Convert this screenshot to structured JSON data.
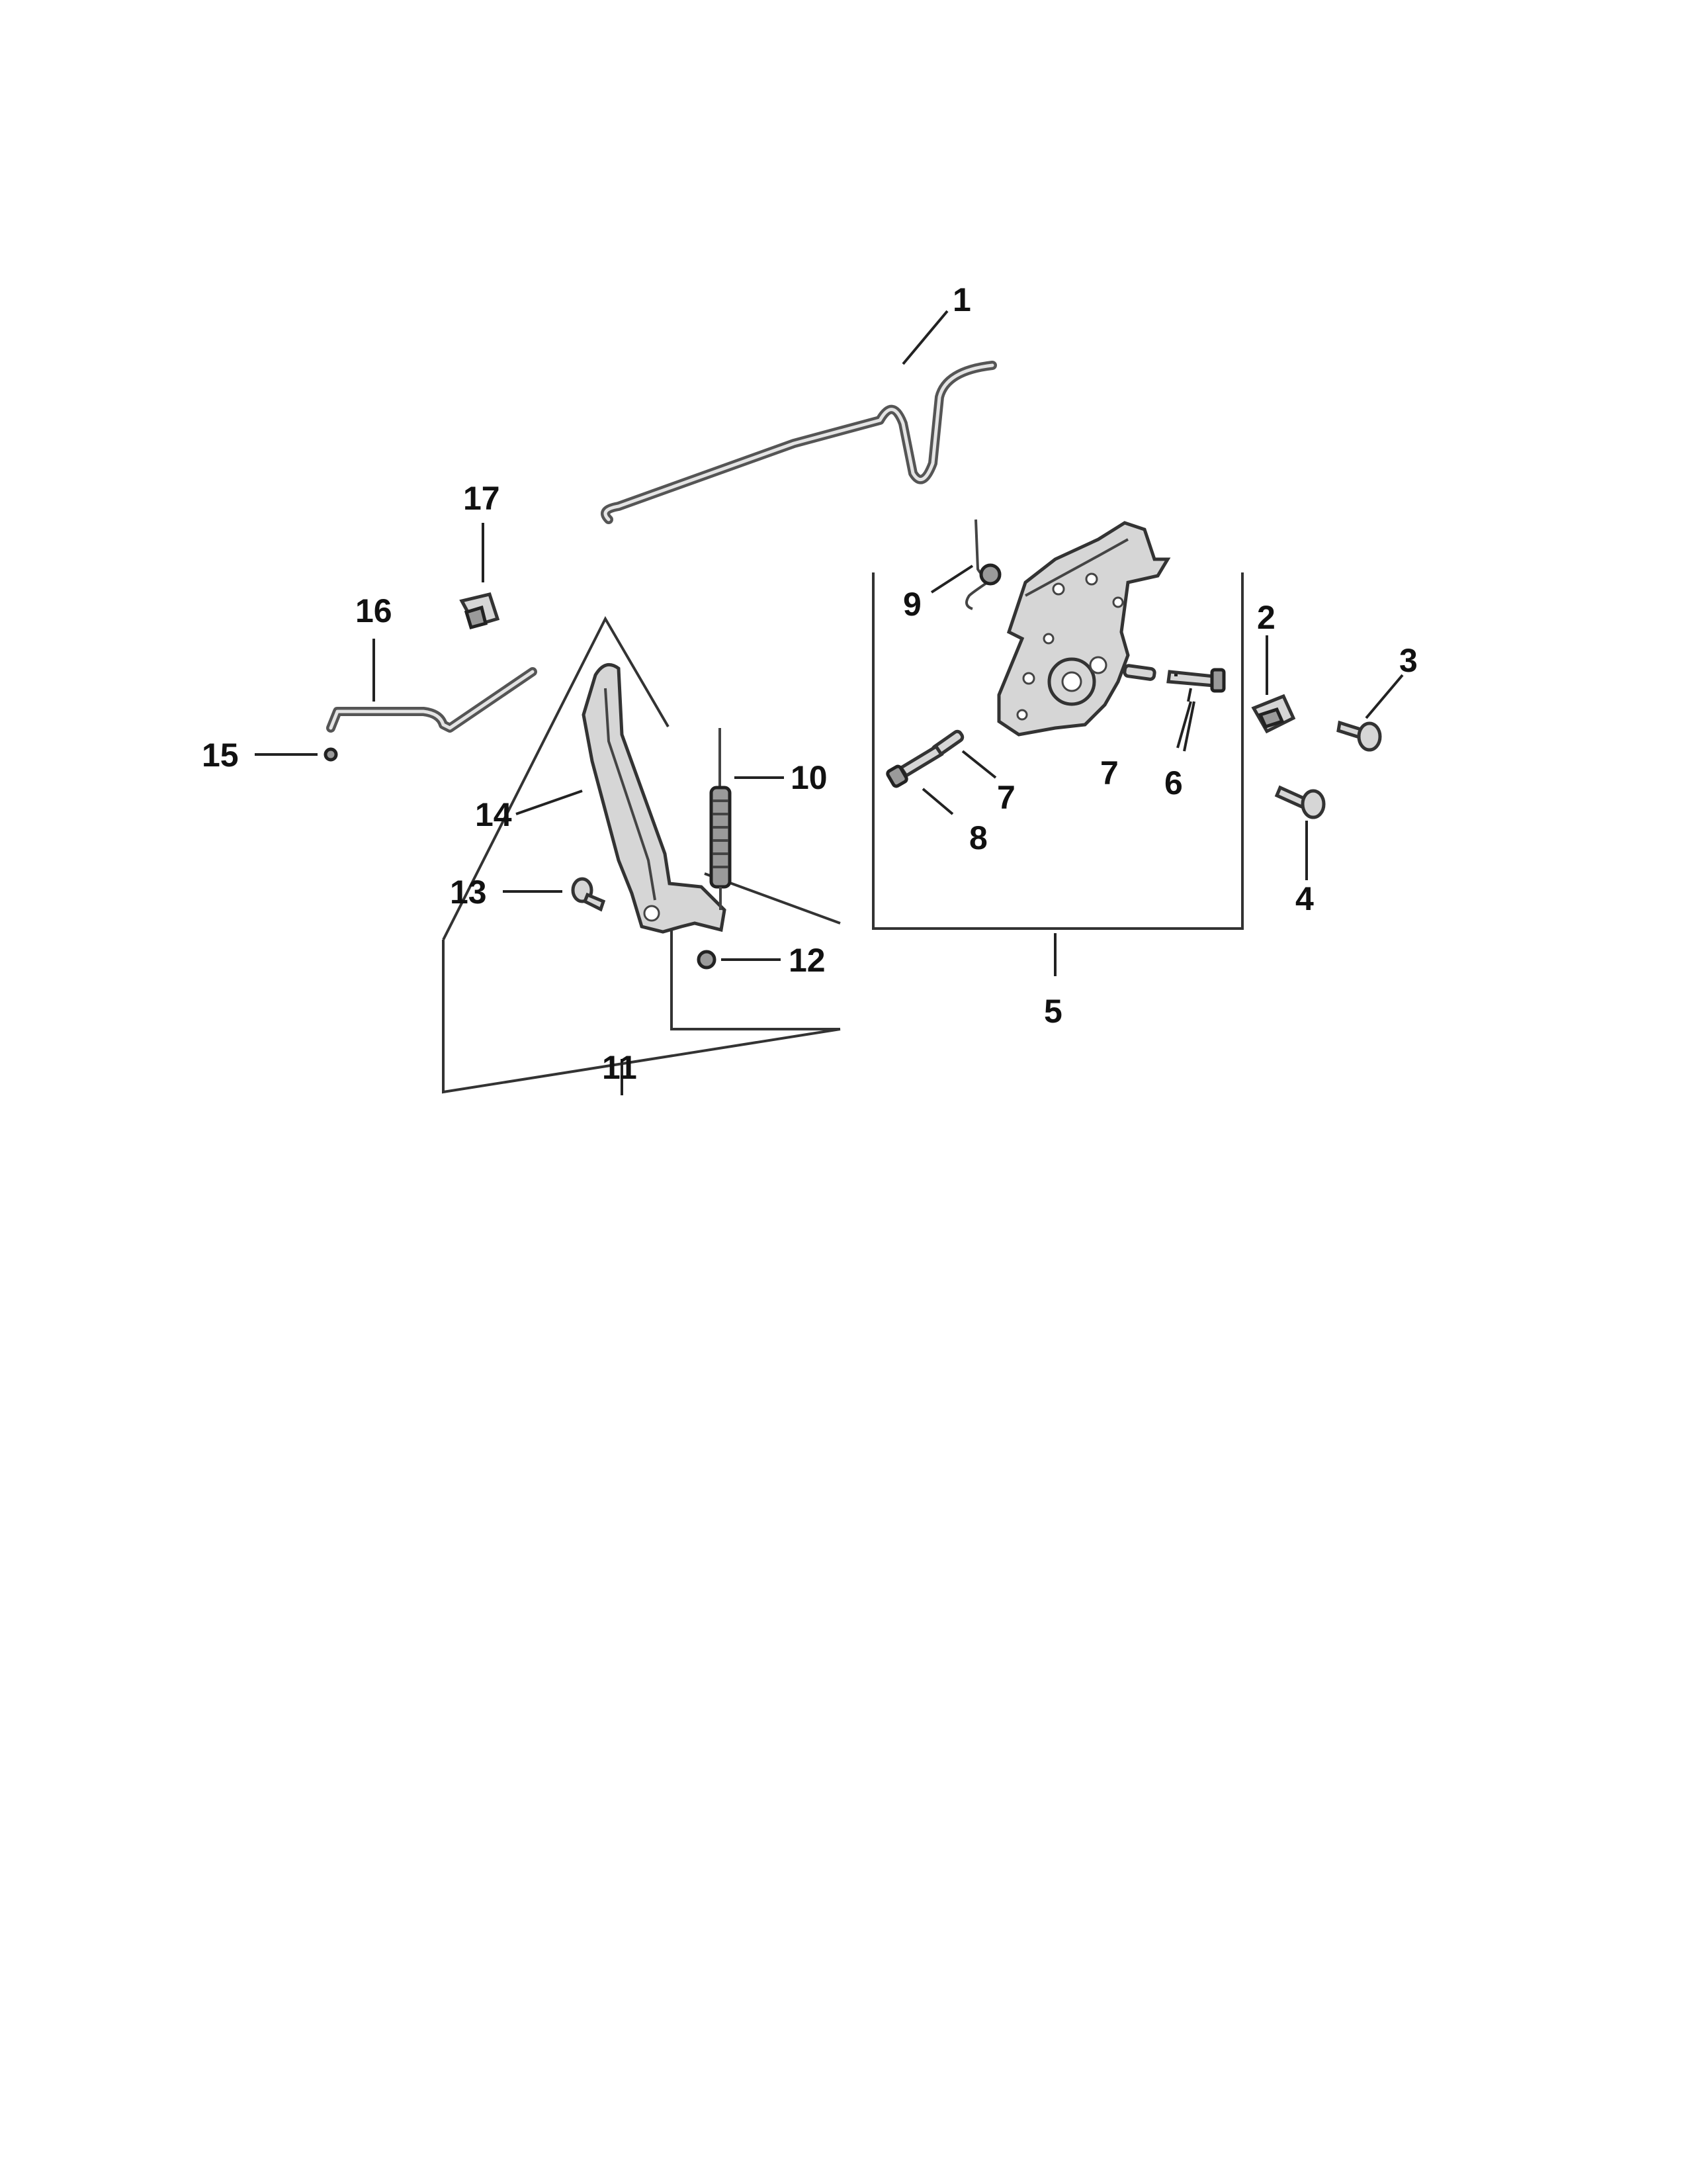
{
  "diagram": {
    "callouts": {
      "c1": "1",
      "c2": "2",
      "c3": "3",
      "c4": "4",
      "c5": "5",
      "c6": "6",
      "c7a": "7",
      "c7b": "7",
      "c8": "8",
      "c9": "9",
      "c10": "10",
      "c11": "11",
      "c12": "12",
      "c13": "13",
      "c14": "14",
      "c15": "15",
      "c16": "16",
      "c17": "17"
    }
  }
}
